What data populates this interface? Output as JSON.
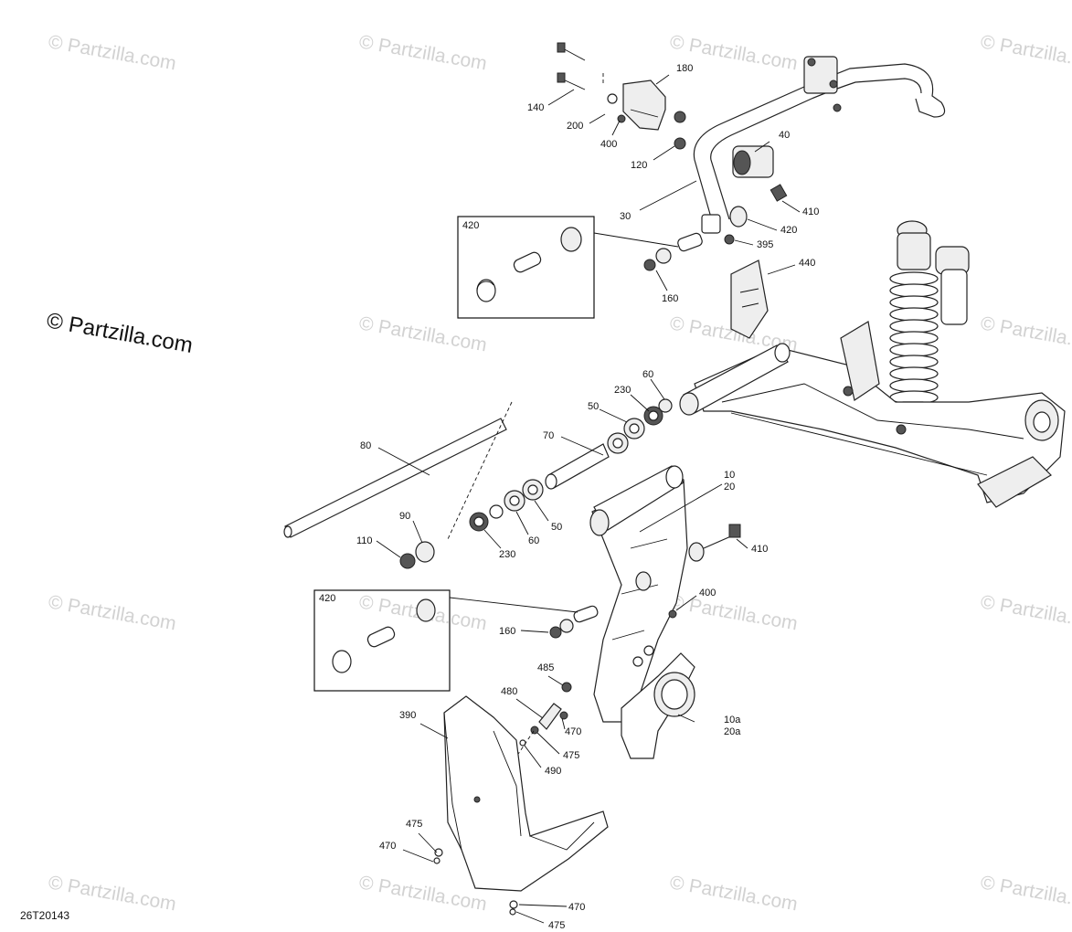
{
  "watermark": {
    "text": "© Partzilla.com",
    "large_text": "© Partzilla.com"
  },
  "diagram_ref": "26T20143",
  "labels": [
    {
      "id": "l180",
      "text": "180"
    },
    {
      "id": "l140",
      "text": "140"
    },
    {
      "id": "l200",
      "text": "200"
    },
    {
      "id": "l400a",
      "text": "400"
    },
    {
      "id": "l120",
      "text": "120"
    },
    {
      "id": "l40",
      "text": "40"
    },
    {
      "id": "l30",
      "text": "30"
    },
    {
      "id": "l410a",
      "text": "410"
    },
    {
      "id": "l420a",
      "text": "420"
    },
    {
      "id": "l395",
      "text": "395"
    },
    {
      "id": "l420box1",
      "text": "420"
    },
    {
      "id": "l160a",
      "text": "160"
    },
    {
      "id": "l440",
      "text": "440"
    },
    {
      "id": "l60a",
      "text": "60"
    },
    {
      "id": "l230a",
      "text": "230"
    },
    {
      "id": "l50a",
      "text": "50"
    },
    {
      "id": "l70",
      "text": "70"
    },
    {
      "id": "l80",
      "text": "80"
    },
    {
      "id": "l10",
      "text": "10"
    },
    {
      "id": "l20",
      "text": "20"
    },
    {
      "id": "l50b",
      "text": "50"
    },
    {
      "id": "l60b",
      "text": "60"
    },
    {
      "id": "l230b",
      "text": "230"
    },
    {
      "id": "l90",
      "text": "90"
    },
    {
      "id": "l110",
      "text": "110"
    },
    {
      "id": "l410b",
      "text": "410"
    },
    {
      "id": "l400b",
      "text": "400"
    },
    {
      "id": "l420box2",
      "text": "420"
    },
    {
      "id": "l160b",
      "text": "160"
    },
    {
      "id": "l485",
      "text": "485"
    },
    {
      "id": "l480",
      "text": "480"
    },
    {
      "id": "l470a",
      "text": "470"
    },
    {
      "id": "l475a",
      "text": "475"
    },
    {
      "id": "l490",
      "text": "490"
    },
    {
      "id": "l390",
      "text": "390"
    },
    {
      "id": "l10a",
      "text": "10a"
    },
    {
      "id": "l20a",
      "text": "20a"
    },
    {
      "id": "l475b",
      "text": "475"
    },
    {
      "id": "l470b",
      "text": "470"
    },
    {
      "id": "l470c",
      "text": "470"
    },
    {
      "id": "l475c",
      "text": "475"
    }
  ]
}
